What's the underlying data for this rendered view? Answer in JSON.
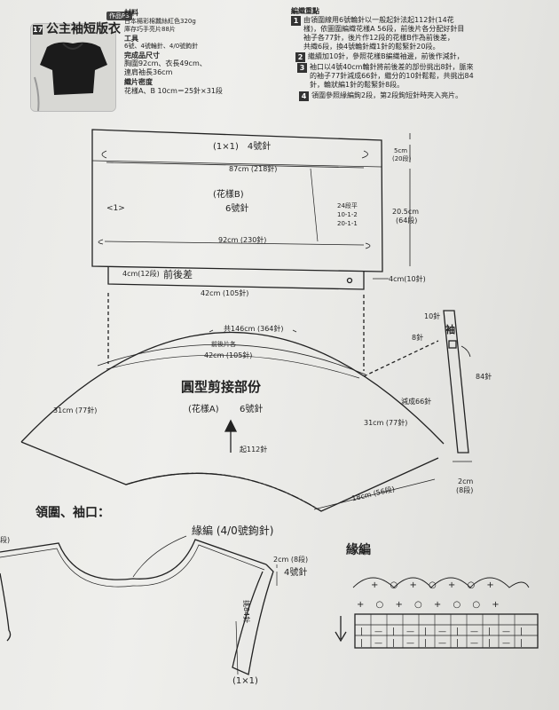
{
  "header": {
    "pattern_number": "17",
    "title": "公主袖短版衣",
    "badge": "作品PS",
    "materials": {
      "heading": "材料",
      "line1": "日本楊彩棉蠶絲紅色320g",
      "line2": "庫存巧手亮片88片"
    },
    "tools": {
      "heading": "工具",
      "line1": "6號、4號輪針、4/0號鉤針"
    },
    "size": {
      "heading": "完成品尺寸",
      "line1": "胸圍92cm、衣長49cm、",
      "line2": "連肩袖長36cm"
    },
    "gauge": {
      "heading": "織片密度",
      "line1": "花樣A、B 10cm＝25針×31段"
    }
  },
  "instructions": {
    "heading": "編織重點",
    "steps": [
      {
        "num": "1",
        "lines": [
          "由領圍線用6號輪針以一般起針法起112針(14花",
          "樣)，依圖圍編織花樣A 56段，前後片各分配好針目",
          "袖子各77針，後片作12段的花樣B作為前後差，",
          "共織6段，換4號輪針織1針的鬆緊針20段。"
        ]
      },
      {
        "num": "2",
        "lines": [
          "繼續加10針，參照花樣B編織袖邊，前後作減針，"
        ]
      },
      {
        "num": "3",
        "lines": [
          "袖口以4號40cm輪針將前後差的部份挑出8針，脈來",
          "的袖子77針減成66針，繼分的10針鬆鬆，共挑出84",
          "針，輪狀編1針的鬆緊針8段。"
        ]
      },
      {
        "num": "4",
        "lines": [
          "領圍參照緣編鉤2段，第2段鉤短針時夾入亮片。"
        ]
      }
    ]
  },
  "body_diagram": {
    "ribbing": "(1×1)　4號針",
    "width_top": "87cm (218針)",
    "pattern_b": "(花樣B)",
    "needle_b": "6號針",
    "width_bottom": "92cm (230針)",
    "side_mark": "<1>",
    "rows_note": [
      "24段平",
      "10-1-2",
      "20-1-1"
    ],
    "height_rib": [
      "5cm",
      "(20段)"
    ],
    "height_body": [
      "20.5cm",
      "(64段)"
    ],
    "front_back_label": "前後差",
    "fb_left": "4cm(12段)",
    "fb_right": "4cm(10針)",
    "fb_width": "42cm (105針)"
  },
  "yoke_diagram": {
    "total": "共146cm (364針)",
    "piece_label": "前後片各",
    "center_width": "42cm (105針)",
    "title": "圓型剪接部份",
    "pattern_a": "(花樣A)",
    "needle_a": "6號針",
    "left_sleeve": "31cm (77針)",
    "right_sleeve": "31cm (77針)",
    "start": "起112針",
    "decrease": "減成66針",
    "yoke_depth": "18cm (56段)"
  },
  "sleeve_diagram": {
    "label": "袖",
    "top": "10針",
    "mid": "8針",
    "length": "84針",
    "w_cm": "2cm",
    "w_rows": "(8段)"
  },
  "collar_section": {
    "heading": "領圍、袖口：",
    "edging_label": "緣編 (4/0號鉤針)",
    "left_cut": "段)",
    "band_cm": "2cm (8段)",
    "band_needle": "4號針",
    "pick_up": "挑84針",
    "rib": "(1×1)"
  },
  "edging_chart": {
    "title": "緣編",
    "row1": "+ ○ + ○ + ○ +",
    "row2": "+ ○ + ○ + ○ ○ +"
  }
}
